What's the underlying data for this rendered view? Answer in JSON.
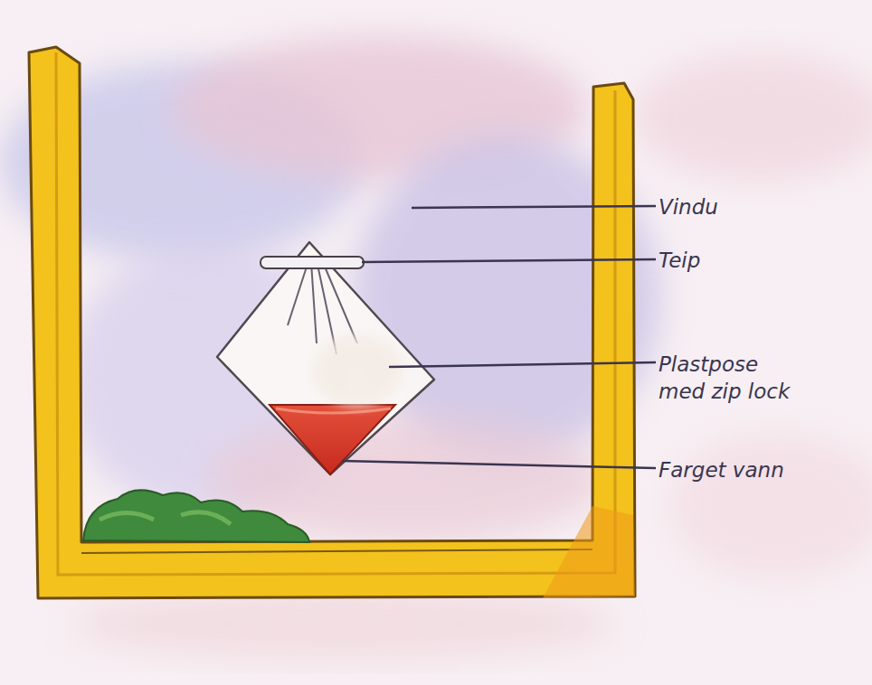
{
  "diagram": {
    "labels": [
      "Vindu",
      "Teip",
      "Plastpose med zip lock",
      "Farget vann"
    ]
  }
}
